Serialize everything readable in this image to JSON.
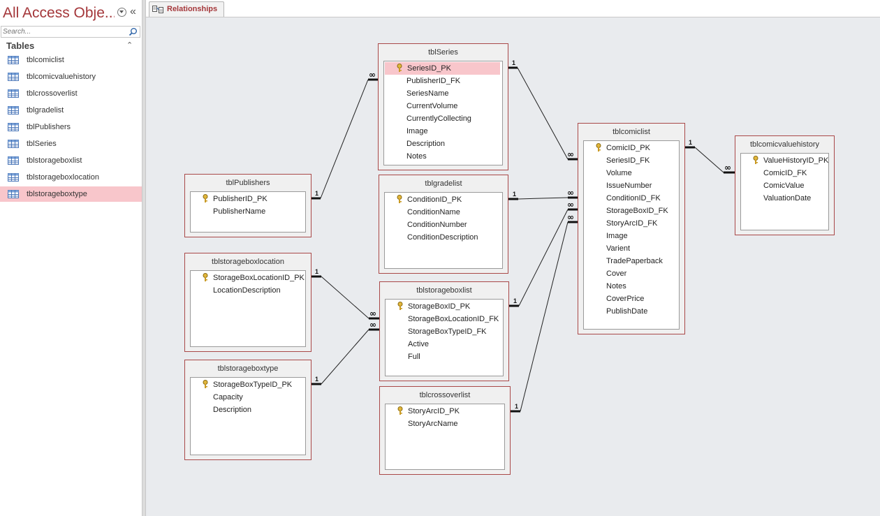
{
  "nav": {
    "title": "All Access Obje...",
    "search_placeholder": "Search...",
    "group": "Tables",
    "items": [
      {
        "label": "tblcomiclist",
        "icon": "table-icon"
      },
      {
        "label": "tblcomicvaluehistory",
        "icon": "table-icon"
      },
      {
        "label": "tblcrossoverlist",
        "icon": "table-icon"
      },
      {
        "label": "tblgradelist",
        "icon": "table-icon"
      },
      {
        "label": "tblPublishers",
        "icon": "table-icon"
      },
      {
        "label": "tblSeries",
        "icon": "table-icon"
      },
      {
        "label": "tblstorageboxlist",
        "icon": "table-icon"
      },
      {
        "label": "tblstorageboxlocation",
        "icon": "table-icon"
      },
      {
        "label": "tblstorageboxtype",
        "icon": "table-icon",
        "selected": true
      }
    ]
  },
  "tab": {
    "label": "Relationships",
    "icon": "relationships-icon"
  },
  "colors": {
    "accent": "#a4373a",
    "selection": "#f8c6cb",
    "canvas": "#e9ebee",
    "table_border": "#a94848"
  },
  "tables": {
    "series": {
      "title": "tblSeries",
      "fields": [
        "SeriesID_PK",
        "PublisherID_FK",
        "SeriesName",
        "CurrentVolume",
        "CurrentlyCollecting",
        "Image",
        "Description",
        "Notes"
      ]
    },
    "publishers": {
      "title": "tblPublishers",
      "fields": [
        "PublisherID_PK",
        "PublisherName"
      ]
    },
    "gradelist": {
      "title": "tblgradelist",
      "fields": [
        "ConditionID_PK",
        "ConditionName",
        "ConditionNumber",
        "ConditionDescription"
      ]
    },
    "boxlocation": {
      "title": "tblstorageboxlocation",
      "fields": [
        "StorageBoxLocationID_PK",
        "LocationDescription"
      ]
    },
    "boxlist": {
      "title": "tblstorageboxlist",
      "fields": [
        "StorageBoxID_PK",
        "StorageBoxLocationID_FK",
        "StorageBoxTypeID_FK",
        "Active",
        "Full"
      ]
    },
    "boxtype": {
      "title": "tblstorageboxtype",
      "fields": [
        "StorageBoxTypeID_PK",
        "Capacity",
        "Description"
      ]
    },
    "crossover": {
      "title": "tblcrossoverlist",
      "fields": [
        "StoryArcID_PK",
        "StoryArcName"
      ]
    },
    "comiclist": {
      "title": "tblcomiclist",
      "fields": [
        "ComicID_PK",
        "SeriesID_FK",
        "Volume",
        "IssueNumber",
        "ConditionID_FK",
        "StorageBoxID_FK",
        "StoryArcID_FK",
        "Image",
        "Varient",
        "TradePaperback",
        "Cover",
        "Notes",
        "CoverPrice",
        "PublishDate"
      ]
    },
    "valuehistory": {
      "title": "tblcomicvaluehistory",
      "fields": [
        "ValueHistoryID_PK",
        "ComicID_FK",
        "ComicValue",
        "ValuationDate"
      ]
    }
  },
  "relationships": {
    "one_label": "1",
    "many_label": "∞",
    "links": [
      {
        "from": "tblPublishers.PublisherID_PK",
        "to": "tblSeries.PublisherID_FK"
      },
      {
        "from": "tblSeries.SeriesID_PK",
        "to": "tblcomiclist.SeriesID_FK"
      },
      {
        "from": "tblgradelist.ConditionID_PK",
        "to": "tblcomiclist.ConditionID_FK"
      },
      {
        "from": "tblstorageboxlist.StorageBoxID_PK",
        "to": "tblcomiclist.StorageBoxID_FK"
      },
      {
        "from": "tblcrossoverlist.StoryArcID_PK",
        "to": "tblcomiclist.StoryArcID_FK"
      },
      {
        "from": "tblstorageboxlocation.StorageBoxLocationID_PK",
        "to": "tblstorageboxlist.StorageBoxLocationID_FK"
      },
      {
        "from": "tblstorageboxtype.StorageBoxTypeID_PK",
        "to": "tblstorageboxlist.StorageBoxTypeID_FK"
      },
      {
        "from": "tblcomiclist.ComicID_PK",
        "to": "tblcomicvaluehistory.ComicID_FK"
      }
    ]
  }
}
